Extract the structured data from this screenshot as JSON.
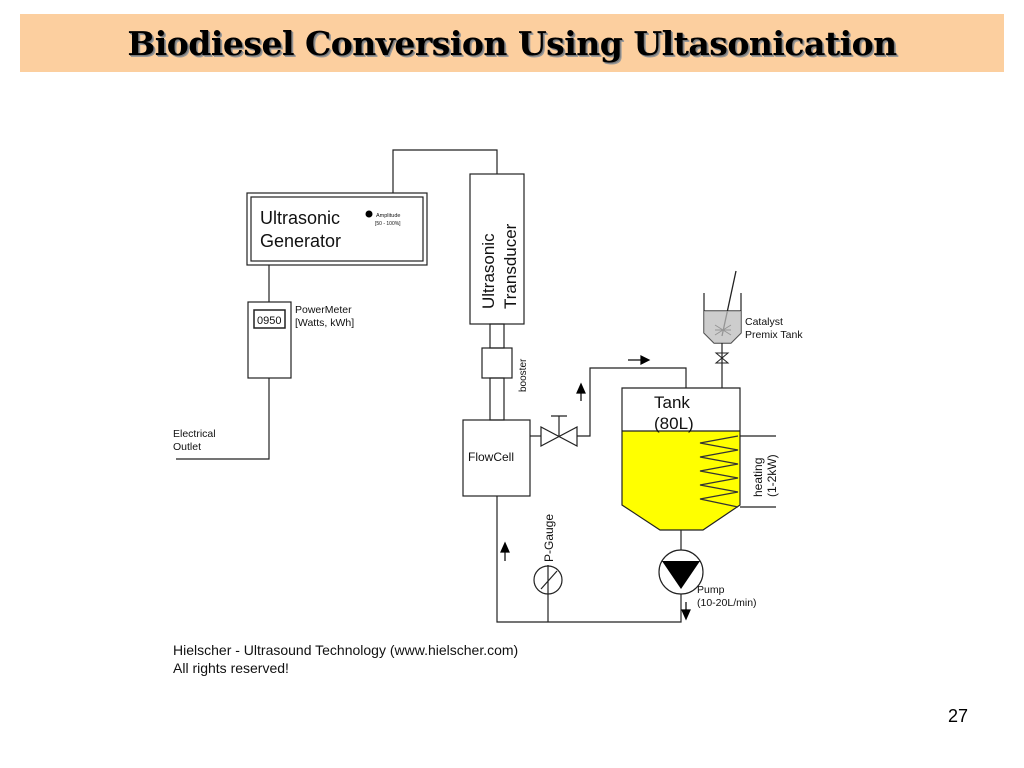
{
  "title": "Biodiesel Conversion Using Ultasonication",
  "slide_number": "27",
  "diagram": {
    "generator_line1": "Ultrasonic",
    "generator_line2": "Generator",
    "amplitude_label": "Amplitude",
    "amplitude_range": "[50 - 100%]",
    "power_meter_reading": "0950",
    "power_meter_label": "PowerMeter",
    "power_meter_units": "[Watts, kWh]",
    "outlet_line1": "Electrical",
    "outlet_line2": "Outlet",
    "transducer_line1": "Ultrasonic",
    "transducer_line2": "Transducer",
    "booster_label": "booster",
    "flowcell_label": "FlowCell",
    "tank_line1": "Tank",
    "tank_line2": "(80L)",
    "heating_line1": "heating",
    "heating_line2": "(1-2kW)",
    "catalyst_line1": "Catalyst",
    "catalyst_line2": "Premix Tank",
    "gauge_label": "P-Gauge",
    "pump_line1": "Pump",
    "pump_line2": "(10-20L/min)",
    "credit_line1": "Hielscher - Ultrasound Technology (www.hielscher.com)",
    "credit_line2": "All rights reserved!"
  },
  "colors": {
    "title_background": "#fccf9f",
    "liquid": "#ffff00"
  }
}
